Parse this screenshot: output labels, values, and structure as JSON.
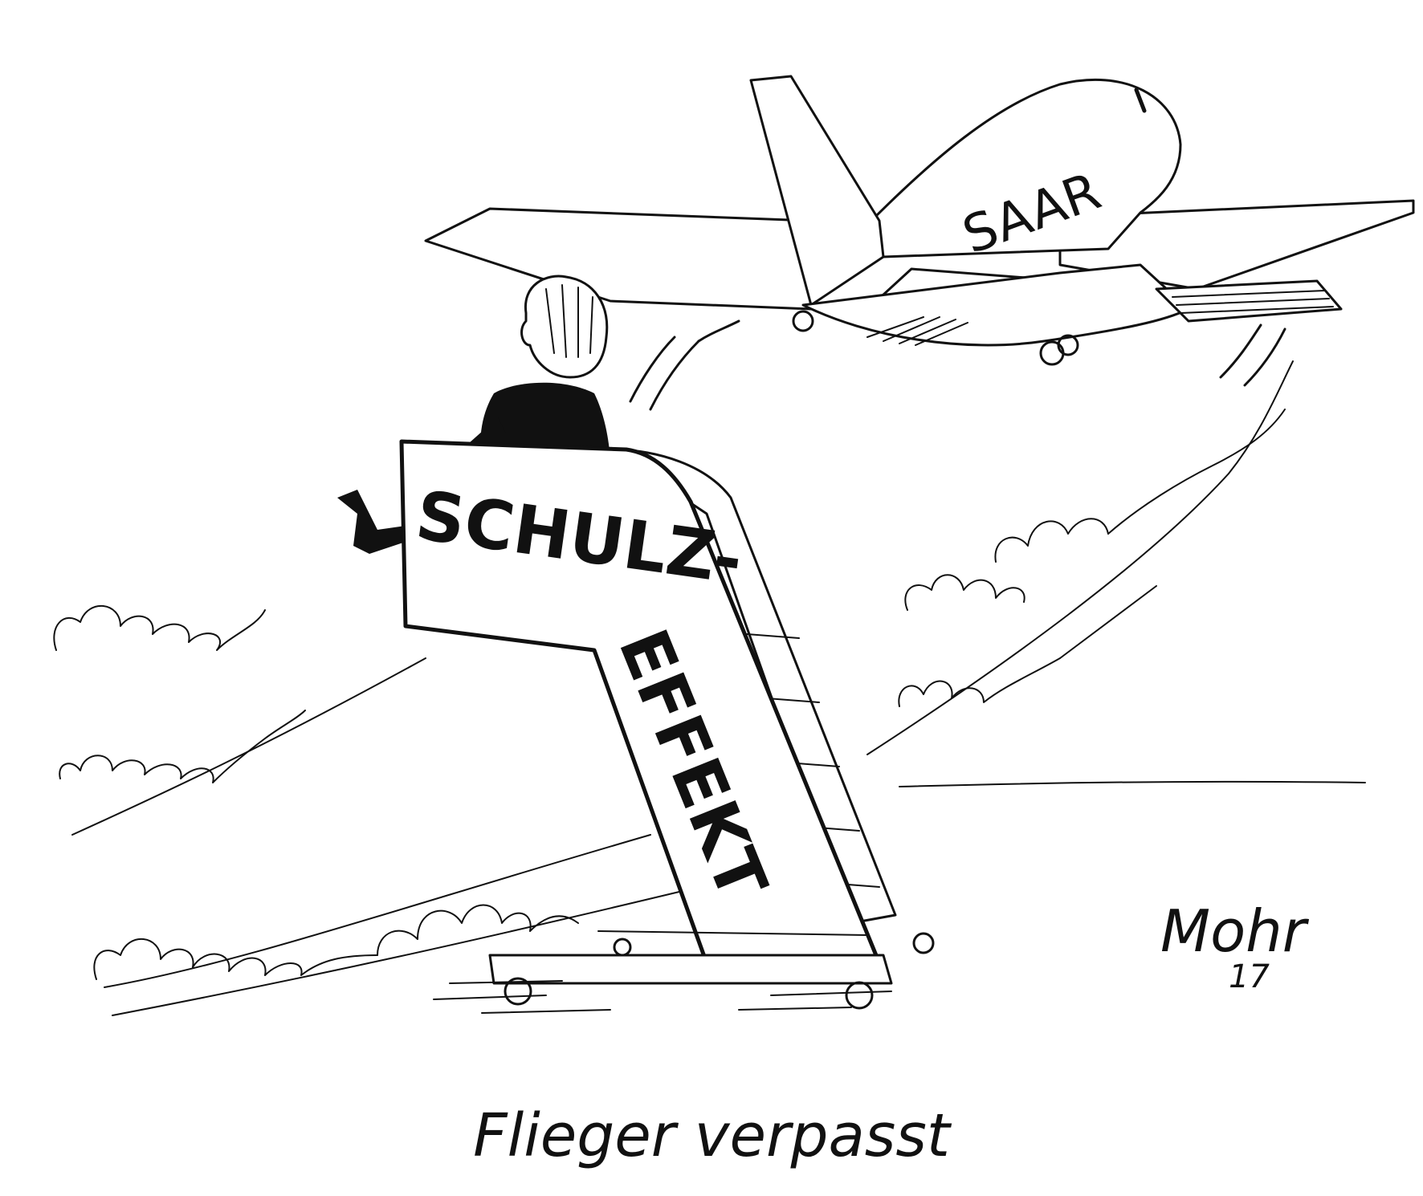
{
  "airplane": {
    "label": "SAAR"
  },
  "stairs": {
    "label_top": "SCHULZ-",
    "label_side": "EFFEKT"
  },
  "signature": {
    "name": "Mohr",
    "year": "17"
  },
  "caption": "Flieger verpasst"
}
